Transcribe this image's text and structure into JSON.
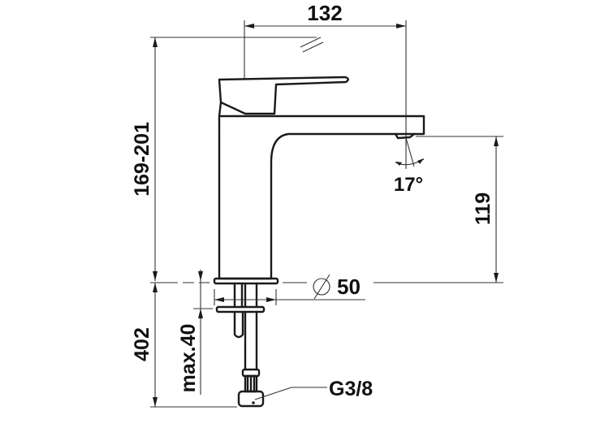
{
  "drawing": {
    "subject": "faucet technical dimension drawing",
    "colors": {
      "line": "#1a1a1a",
      "background": "#ffffff"
    },
    "dimensions": {
      "spout_reach": "132",
      "total_height": "169-201",
      "spout_height": "119",
      "spout_angle": "17°",
      "base_diameter_symbol": "∅",
      "base_diameter": "50",
      "hose_length": "402",
      "max_deck_thickness": "max.40",
      "connection_thread": "G3/8"
    }
  }
}
